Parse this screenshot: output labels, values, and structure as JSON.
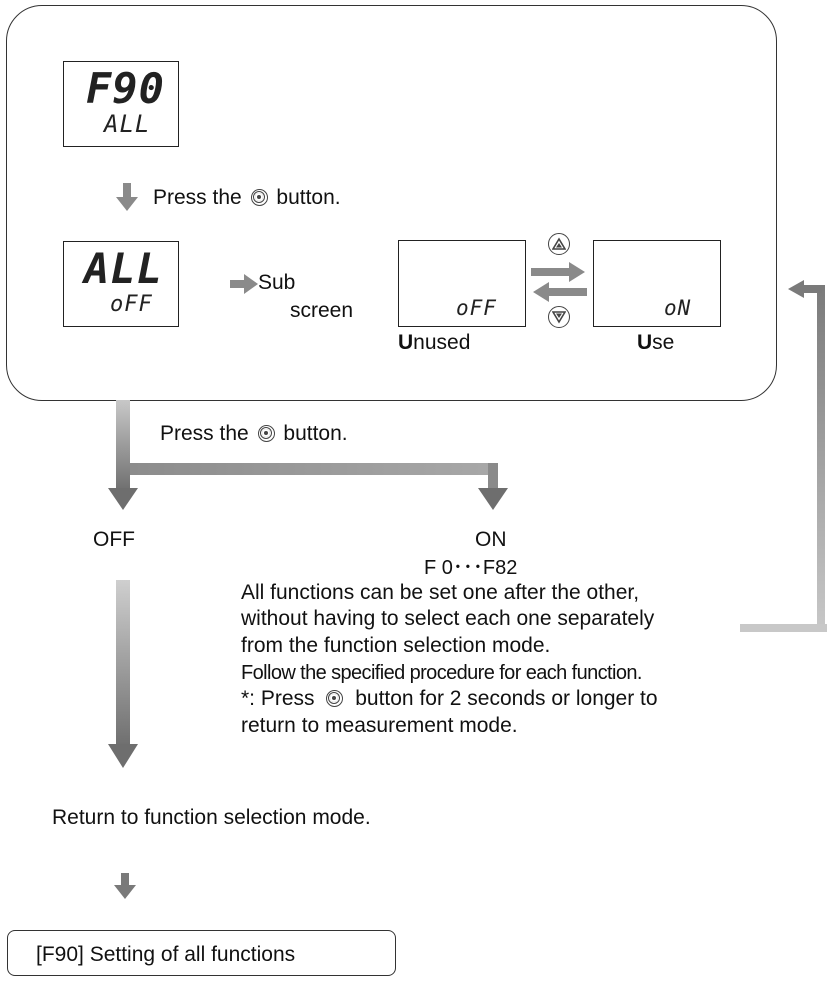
{
  "displays": {
    "top": {
      "main": "F90",
      "sub": "ALL"
    },
    "second": {
      "main": "ALL",
      "sub": "oFF"
    },
    "unused": {
      "sub": "oFF"
    },
    "use": {
      "sub": "oN"
    }
  },
  "labels": {
    "press_before": "Press the",
    "press_after": "button.",
    "sub_line1": "Sub",
    "sub_line2": "screen",
    "unused_U": "U",
    "unused_rest": "nused",
    "use_U": "U",
    "use_rest": "se",
    "branch_press_before": "Press the",
    "branch_press_after": "button.",
    "off": "OFF",
    "on": "ON",
    "range": "F 0･･･F82",
    "desc1": "All functions can be set one after the other,",
    "desc2": "without having to select each one separately",
    "desc3": "from the function selection mode.",
    "desc4": "Follow the specified procedure for each function.",
    "desc5_before": "*: Press",
    "desc5_after": "button for 2 seconds or longer to",
    "desc6": "return to measurement mode.",
    "return": "Return to function selection mode.",
    "final_box": "[F90] Setting of all functions"
  },
  "icons": {
    "set_button": "set-button-icon",
    "up_button": "up-button-icon",
    "down_button": "down-button-icon"
  },
  "colors": {
    "arrow_gray": "#8a8a8a",
    "arrow_dark": "#6e6e6e",
    "border": "#333333"
  }
}
